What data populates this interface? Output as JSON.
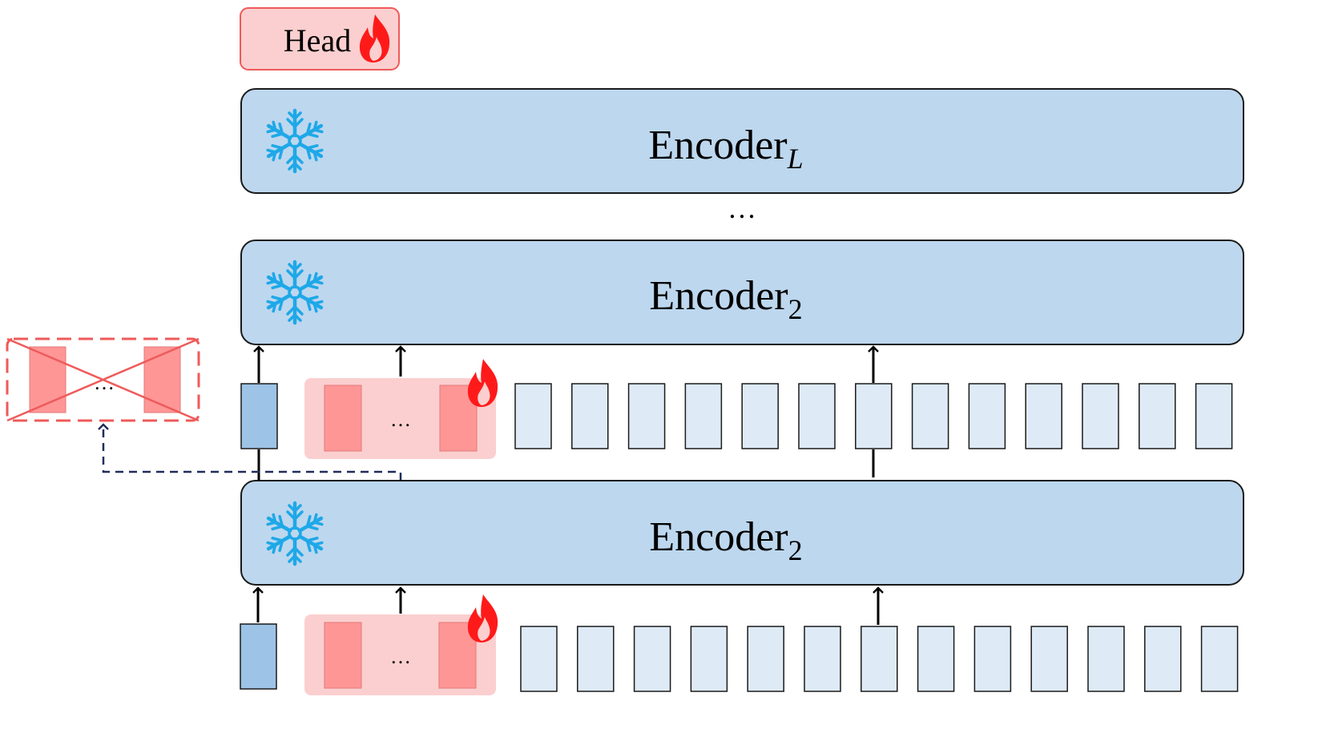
{
  "head": {
    "label": "Head"
  },
  "encoders": [
    {
      "base": "Encoder",
      "sub": "L"
    },
    {
      "base": "Encoder",
      "sub": "2"
    },
    {
      "base": "Encoder",
      "sub": "2"
    }
  ],
  "ellipsis": "…",
  "colors": {
    "encoder_fill": "#bdd7ee",
    "cls_token": "#9dc3e6",
    "patch_token": "#deebf7",
    "prompt_bg": "#fbcfcf",
    "prompt_token": "#ff9696",
    "discard_border": "#ef5a5a",
    "flame": "#ff1a1a",
    "snowflake": "#1ea8e8",
    "dashed_arrow": "#1f2d5a"
  },
  "icons": {
    "trainable": "flame-icon",
    "frozen": "snowflake-icon"
  }
}
